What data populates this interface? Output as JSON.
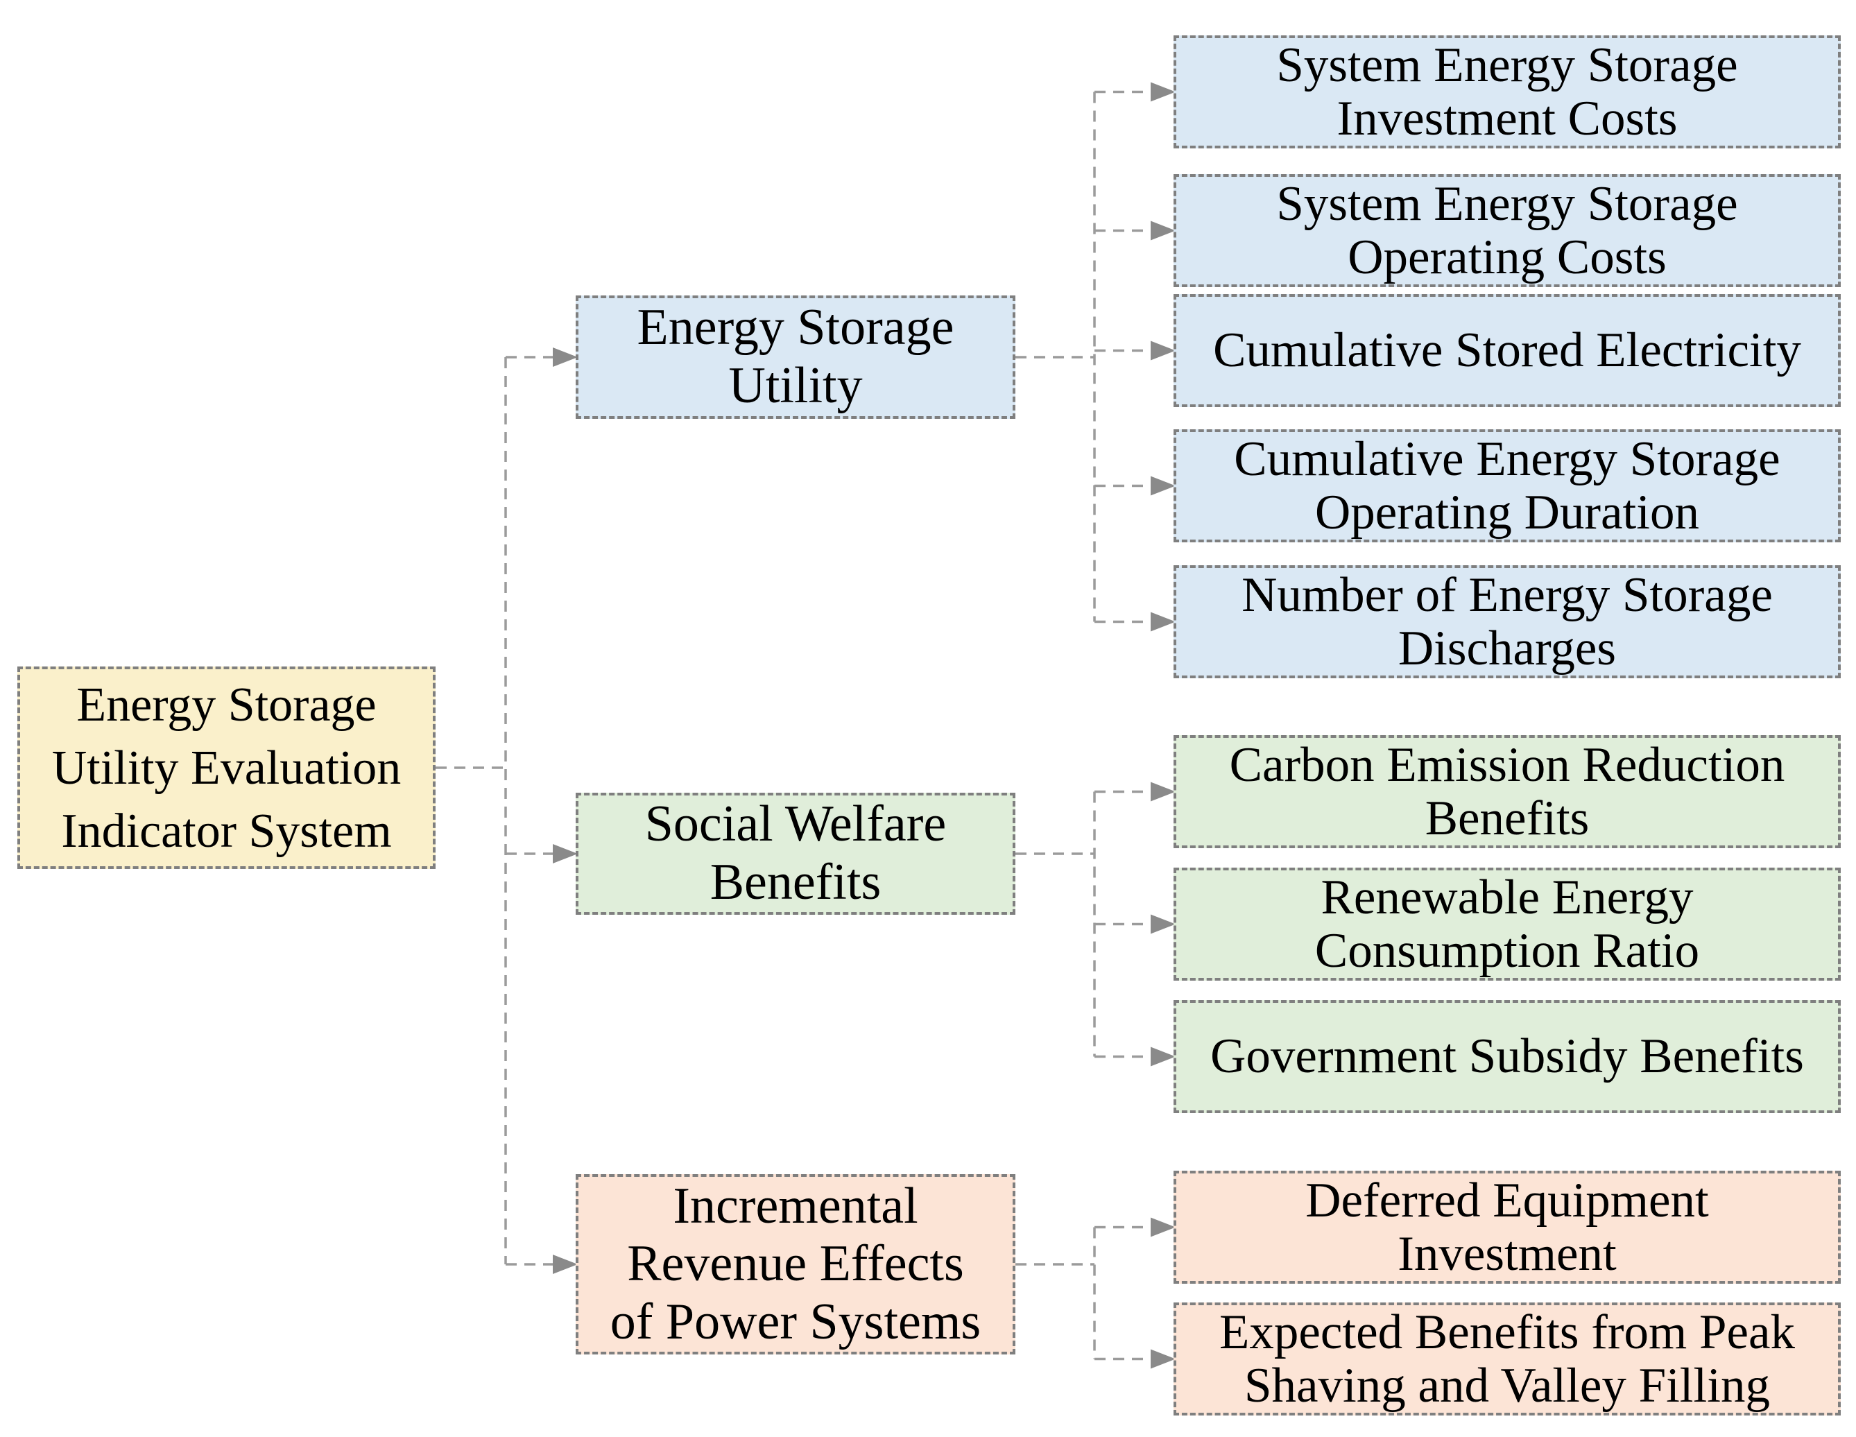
{
  "root": {
    "label": "Energy Storage\nUtility Evaluation\nIndicator System"
  },
  "branches": [
    {
      "label": "Energy Storage\nUtility",
      "children": [
        {
          "label": "System Energy Storage\nInvestment Costs"
        },
        {
          "label": "System Energy Storage\nOperating Costs"
        },
        {
          "label": "Cumulative Stored Electricity"
        },
        {
          "label": "Cumulative Energy Storage\nOperating Duration"
        },
        {
          "label": "Number of Energy Storage\nDischarges"
        }
      ]
    },
    {
      "label": "Social Welfare\nBenefits",
      "children": [
        {
          "label": "Carbon Emission Reduction\nBenefits"
        },
        {
          "label": "Renewable Energy\nConsumption Ratio"
        },
        {
          "label": "Government Subsidy Benefits"
        }
      ]
    },
    {
      "label": "Incremental\nRevenue Effects\nof Power Systems",
      "children": [
        {
          "label": "Deferred Equipment\nInvestment"
        },
        {
          "label": "Expected Benefits from Peak\nShaving and Valley Filling"
        }
      ]
    }
  ],
  "palette": {
    "root_fill": "#faf0cb",
    "utility_fill": "#dae8f4",
    "social_fill": "#e0eeda",
    "incremental_fill": "#fce4d6",
    "node_border": "#7f7f7f",
    "connector_line": "#9b9b9b",
    "arrowhead": "#8a8a8a",
    "text": "#000000"
  }
}
